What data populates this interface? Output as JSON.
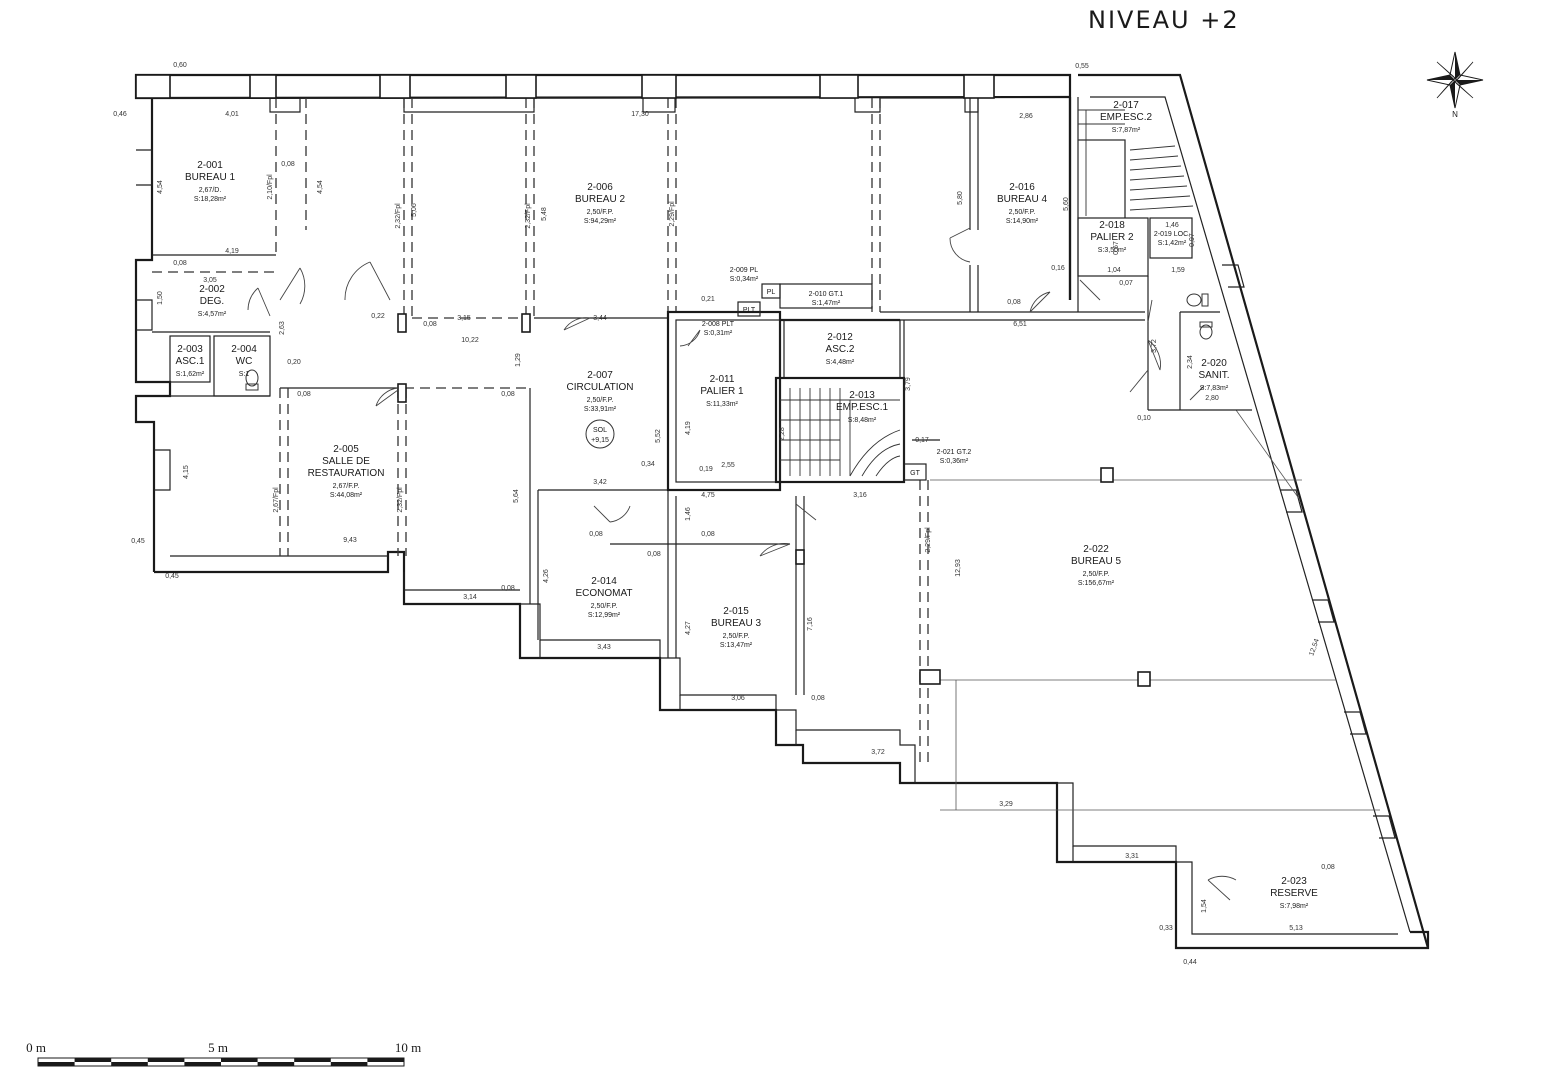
{
  "title": "NIVEAU +2",
  "compass": {
    "label": "N"
  },
  "scale_bar": {
    "labels": [
      "0 m",
      "5 m",
      "10 m"
    ]
  },
  "rooms": [
    {
      "id": "2-001",
      "name": "BUREAU 1",
      "height": "2,67/D.",
      "surface": "S:18,28m²"
    },
    {
      "id": "2-002",
      "name": "DEG.",
      "height": "",
      "surface": "S:4,57m²"
    },
    {
      "id": "2-003",
      "name": "ASC.1",
      "height": "",
      "surface": "S:1,62m²"
    },
    {
      "id": "2-004",
      "name": "WC",
      "height": "",
      "surface": "S:1"
    },
    {
      "id": "2-005",
      "name": "SALLE DE",
      "name2": "RESTAURATION",
      "height": "2,67/F.P.",
      "surface": "S:44,08m²"
    },
    {
      "id": "2-006",
      "name": "BUREAU 2",
      "height": "2,50/F.P.",
      "surface": "S:94,29m²"
    },
    {
      "id": "2-007",
      "name": "CIRCULATION",
      "height": "2,50/F.P.",
      "surface": "S:33,91m²"
    },
    {
      "id": "2-008",
      "name": "PLT",
      "height": "",
      "surface": "S:0,31m²"
    },
    {
      "id": "2-009",
      "name": "PL",
      "height": "",
      "surface": "S:0,34m²"
    },
    {
      "id": "2-010",
      "name": "GT.1",
      "height": "",
      "surface": "S:1,47m²"
    },
    {
      "id": "2-011",
      "name": "PALIER 1",
      "height": "",
      "surface": "S:11,33m²"
    },
    {
      "id": "2-012",
      "name": "ASC.2",
      "height": "",
      "surface": "S:4,48m²"
    },
    {
      "id": "2-013",
      "name": "EMP.ESC.1",
      "height": "",
      "surface": "S:8,48m²"
    },
    {
      "id": "2-014",
      "name": "ECONOMAT",
      "height": "2,50/F.P.",
      "surface": "S:12,99m²"
    },
    {
      "id": "2-015",
      "name": "BUREAU 3",
      "height": "2,50/F.P.",
      "surface": "S:13,47m²"
    },
    {
      "id": "2-016",
      "name": "BUREAU 4",
      "height": "2,50/F.P.",
      "surface": "S:14,90m²"
    },
    {
      "id": "2-017",
      "name": "EMP.ESC.2",
      "height": "",
      "surface": "S:7,87m²"
    },
    {
      "id": "2-018",
      "name": "PALIER 2",
      "height": "",
      "surface": "S:3,50m²"
    },
    {
      "id": "2-019",
      "name": "LOC.",
      "height": "",
      "surface": "S:1,42m²"
    },
    {
      "id": "2-020",
      "name": "SANIT.",
      "height": "",
      "surface": "S:7,83m²"
    },
    {
      "id": "2-021",
      "name": "GT.2",
      "height": "",
      "surface": "S:0,36m²"
    },
    {
      "id": "2-022",
      "name": "BUREAU 5",
      "height": "2,50/F.P.",
      "surface": "S:156,67m²"
    },
    {
      "id": "2-023",
      "name": "RESERVE",
      "height": "",
      "surface": "S:7,98m²"
    }
  ],
  "labels": {
    "pl": "PL",
    "plt": "PLT",
    "gt": "GT",
    "sol": "SOL",
    "sol_level": "+9,15"
  },
  "dimensions": [
    "0,60",
    "0,55",
    "0,46",
    "4,01",
    "17,30",
    "2,86",
    "4,54",
    "0,08",
    "2,10/Fpl",
    "2,32/Fpl",
    "2,32/Fpl",
    "2,29/Fpl",
    "4,54",
    "5,06",
    "5,48",
    "5,80",
    "5,60",
    "4,19",
    "0,08",
    "3,05",
    "1,50",
    "2,63",
    "0,22",
    "0,08",
    "3,15",
    "3,44",
    "10,22",
    "1,29",
    "0,20",
    "0,21",
    "0,08",
    "6,51",
    "0,16",
    "1,04",
    "1,59",
    "0,07",
    "3,72",
    "2,34",
    "2,80",
    "0,10",
    "0,08",
    "0,08",
    "4,15",
    "2,67/Fpl",
    "2,32/Fpl",
    "5,64",
    "5,52",
    "4,19",
    "0,34",
    "0,19",
    "2,55",
    "2,28",
    "3,79",
    "0,17",
    "3,42",
    "4,75",
    "3,16",
    "1,46",
    "9,43",
    "0,45",
    "0,45",
    "0,08",
    "0,08",
    "0,08",
    "3,14",
    "0,08",
    "4,26",
    "3,43",
    "4,27",
    "3,06",
    "0,08",
    "7,16",
    "2,29/Fpl",
    "12,93",
    "3,72",
    "3,29",
    "12,54",
    "3,31",
    "0,08",
    "0,33",
    "1,54",
    "5,13",
    "0,44",
    "1,46",
    "0,67",
    "0,97"
  ]
}
